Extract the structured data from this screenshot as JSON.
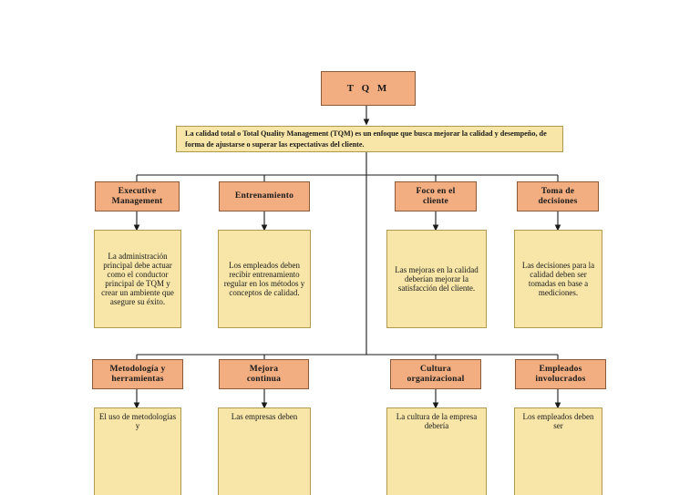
{
  "diagram": {
    "title_node": {
      "label": "T Q M"
    },
    "description_node": {
      "text": "La calidad total o Total Quality Management (TQM) es un enfoque que busca mejorar la calidad y desempeño, de forma de ajustarse o superar las expectativas del cliente."
    },
    "colors": {
      "header_fill": "#f2ae81",
      "header_border": "#8a5a38",
      "body_fill": "#f7e6a8",
      "body_border": "#b09a50",
      "line": "#1a1a1a",
      "page_background": "#ffffff"
    },
    "row1": [
      {
        "header": "Executive\nManagement",
        "body": "La administración principal debe actuar como el conductor principal de TQM y crear un ambiente que asegure su éxito."
      },
      {
        "header": "Entrenamiento",
        "body": "Los empleados deben recibir entrenamiento regular en los métodos y conceptos de calidad."
      },
      {
        "header": "Foco en el\ncliente",
        "body": "Las mejoras en la calidad deberían mejorar la satisfacción del cliente."
      },
      {
        "header": "Toma de\ndecisiones",
        "body": "Las decisiones para la calidad deben ser tomadas en base a mediciones."
      }
    ],
    "row2": [
      {
        "header": "Metodología y\nherramientas",
        "body": "El uso de metodologías y"
      },
      {
        "header": "Mejora\ncontinua",
        "body": "Las empresas deben"
      },
      {
        "header": "Cultura\norganizacional",
        "body": "La cultura de la empresa debería"
      },
      {
        "header": "Empleados\ninvolucrados",
        "body": "Los empleados deben ser"
      }
    ]
  }
}
